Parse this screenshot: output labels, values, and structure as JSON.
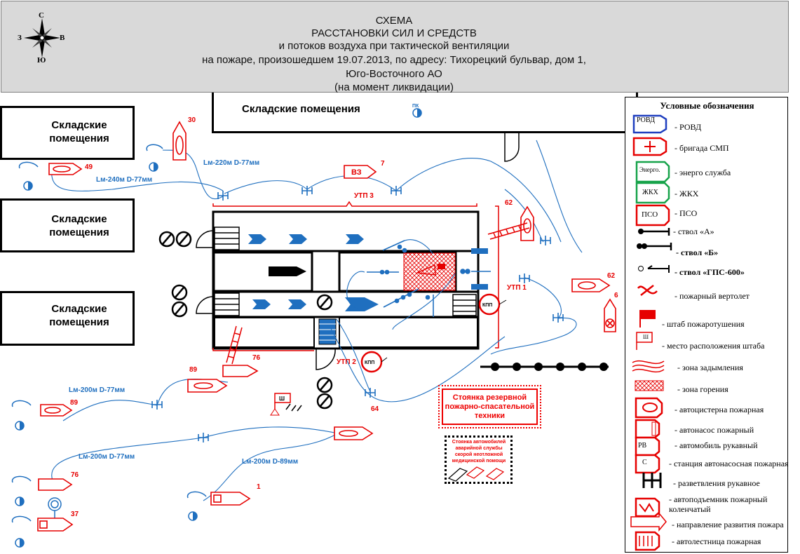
{
  "header": {
    "line1": "СХЕМА",
    "line2": "РАССТАНОВКИ СИЛ И СРЕДСТВ",
    "line3": "и потоков воздуха при тактической вентиляции",
    "line4": "на пожаре, произошедшем 19.07.2013, по адресу: Тихорецкий бульвар, дом 1,",
    "line5": "Юго-Восточного АО",
    "line6": "(на момент ликвидации)"
  },
  "compass": {
    "north": "С",
    "south": "Ю",
    "west": "З",
    "east": "В"
  },
  "buildings": {
    "warehouse_1": "Складские помещения",
    "warehouse_2": "Складские помещения",
    "warehouse_3": "Складские помещения",
    "warehouse_top": "Складские помещения"
  },
  "labels": {
    "pk": "ПК",
    "hose_1": "Lм-220м  D-77мм",
    "hose_2": "Lм-240м  D-77мм",
    "hose_3": "Lм-200м  D-77мм",
    "hose_4": "Lм-200м  D-77мм",
    "hose_5": "Lм-200м  D-89мм",
    "utp1": "УТП 1",
    "utp2": "УТП 2",
    "utp3": "УТП 3",
    "kpp": "КПП",
    "vz": "ВЗ",
    "shtab": "Ш"
  },
  "units": {
    "u30": "30",
    "u49": "49",
    "u7": "7",
    "u62a": "62",
    "u62b": "62",
    "u6": "6",
    "u76a": "76",
    "u89a": "89",
    "u89b": "89",
    "u64": "64",
    "u76b": "76",
    "u1": "1",
    "u37": "37"
  },
  "reserve": "Стоянка резервной пожарно-спасательной техники",
  "ambulance": "Стоянка автомобилей аварийной службы скорой неотложной медицинской помощи",
  "legend": {
    "title": "Условные обозначения",
    "items": [
      {
        "tag": "РОВД",
        "text": "-  РОВД"
      },
      {
        "tag": "",
        "text": "- бригада СМП"
      },
      {
        "tag": "Энерго.",
        "text": "- энерго служба"
      },
      {
        "tag": "ЖКХ",
        "text": "-  ЖКХ"
      },
      {
        "tag": "ПСО",
        "text": "-  ПСО"
      },
      {
        "tag": "",
        "text": "- ствол «А»"
      },
      {
        "tag": "",
        "text": "- ствол «Б»"
      },
      {
        "tag": "",
        "text": "- ствол «ГПС-600»"
      },
      {
        "tag": "",
        "text": "- пожарный вертолет"
      },
      {
        "tag": "",
        "text": "- штаб пожаротушения"
      },
      {
        "tag": "Ш",
        "text": "- место расположения штаба"
      },
      {
        "tag": "",
        "text": "- зона задымления"
      },
      {
        "tag": "",
        "text": "- зона горения"
      },
      {
        "tag": "",
        "text": "- автоцистерна пожарная"
      },
      {
        "tag": "",
        "text": "- автонасос пожарный"
      },
      {
        "tag": "РВ",
        "text": "- автомобиль рукавный"
      },
      {
        "tag": "С",
        "text": "- станция автонасосная пожарная"
      },
      {
        "tag": "",
        "text": "- разветвления рукавное"
      },
      {
        "tag": "",
        "text": "- автоподъемник пожарный коленчатый"
      },
      {
        "tag": "",
        "text": "- направление развития пожара"
      },
      {
        "tag": "",
        "text": "- автолестница пожарная"
      }
    ]
  },
  "colors": {
    "fire": "#e60000",
    "hose": "#1f6fbf",
    "header_bg": "#d9d9d9"
  }
}
